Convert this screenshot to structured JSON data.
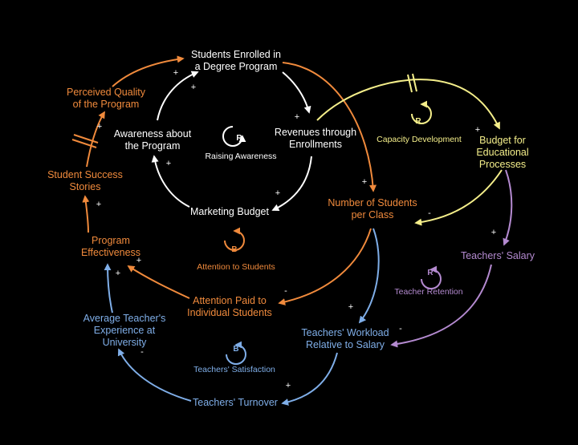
{
  "colors": {
    "white": "#ffffff",
    "orange": "#f08a3c",
    "yellow": "#f4ee8a",
    "purple": "#b48ad0",
    "blue": "#7faee8"
  },
  "nodes": {
    "students_enrolled": "Students Enrolled in\na Degree Program",
    "revenues": "Revenues through\nEnrollments",
    "marketing_budget": "Marketing Budget",
    "awareness": "Awareness about\nthe Program",
    "perceived_quality": "Perceived Quality\nof the Program",
    "success_stories": "Student Success\nStories",
    "program_effectiveness": "Program\nEffectiveness",
    "attention_paid": "Attention Paid to\nIndividual Students",
    "students_per_class": "Number of Students\nper Class",
    "budget_educational": "Budget for\nEducational\nProcesses",
    "teachers_salary": "Teachers' Salary",
    "teachers_workload": "Teachers' Workload\nRelative to Salary",
    "teachers_turnover": "Teachers' Turnover",
    "avg_experience": "Average Teacher's\nExperience at\nUniversity"
  },
  "loops": {
    "raising_awareness": {
      "type": "R",
      "label": "Raising Awareness"
    },
    "capacity_development": {
      "type": "R",
      "label": "Capacity Development"
    },
    "attention_to_students": {
      "type": "B",
      "label": "Attention to Students"
    },
    "teacher_retention": {
      "type": "R",
      "label": "Teacher Retention"
    },
    "teachers_satisfaction": {
      "type": "B",
      "label": "Teachers' Satisfaction"
    }
  },
  "signs": {
    "plus": "+",
    "minus": "-"
  }
}
